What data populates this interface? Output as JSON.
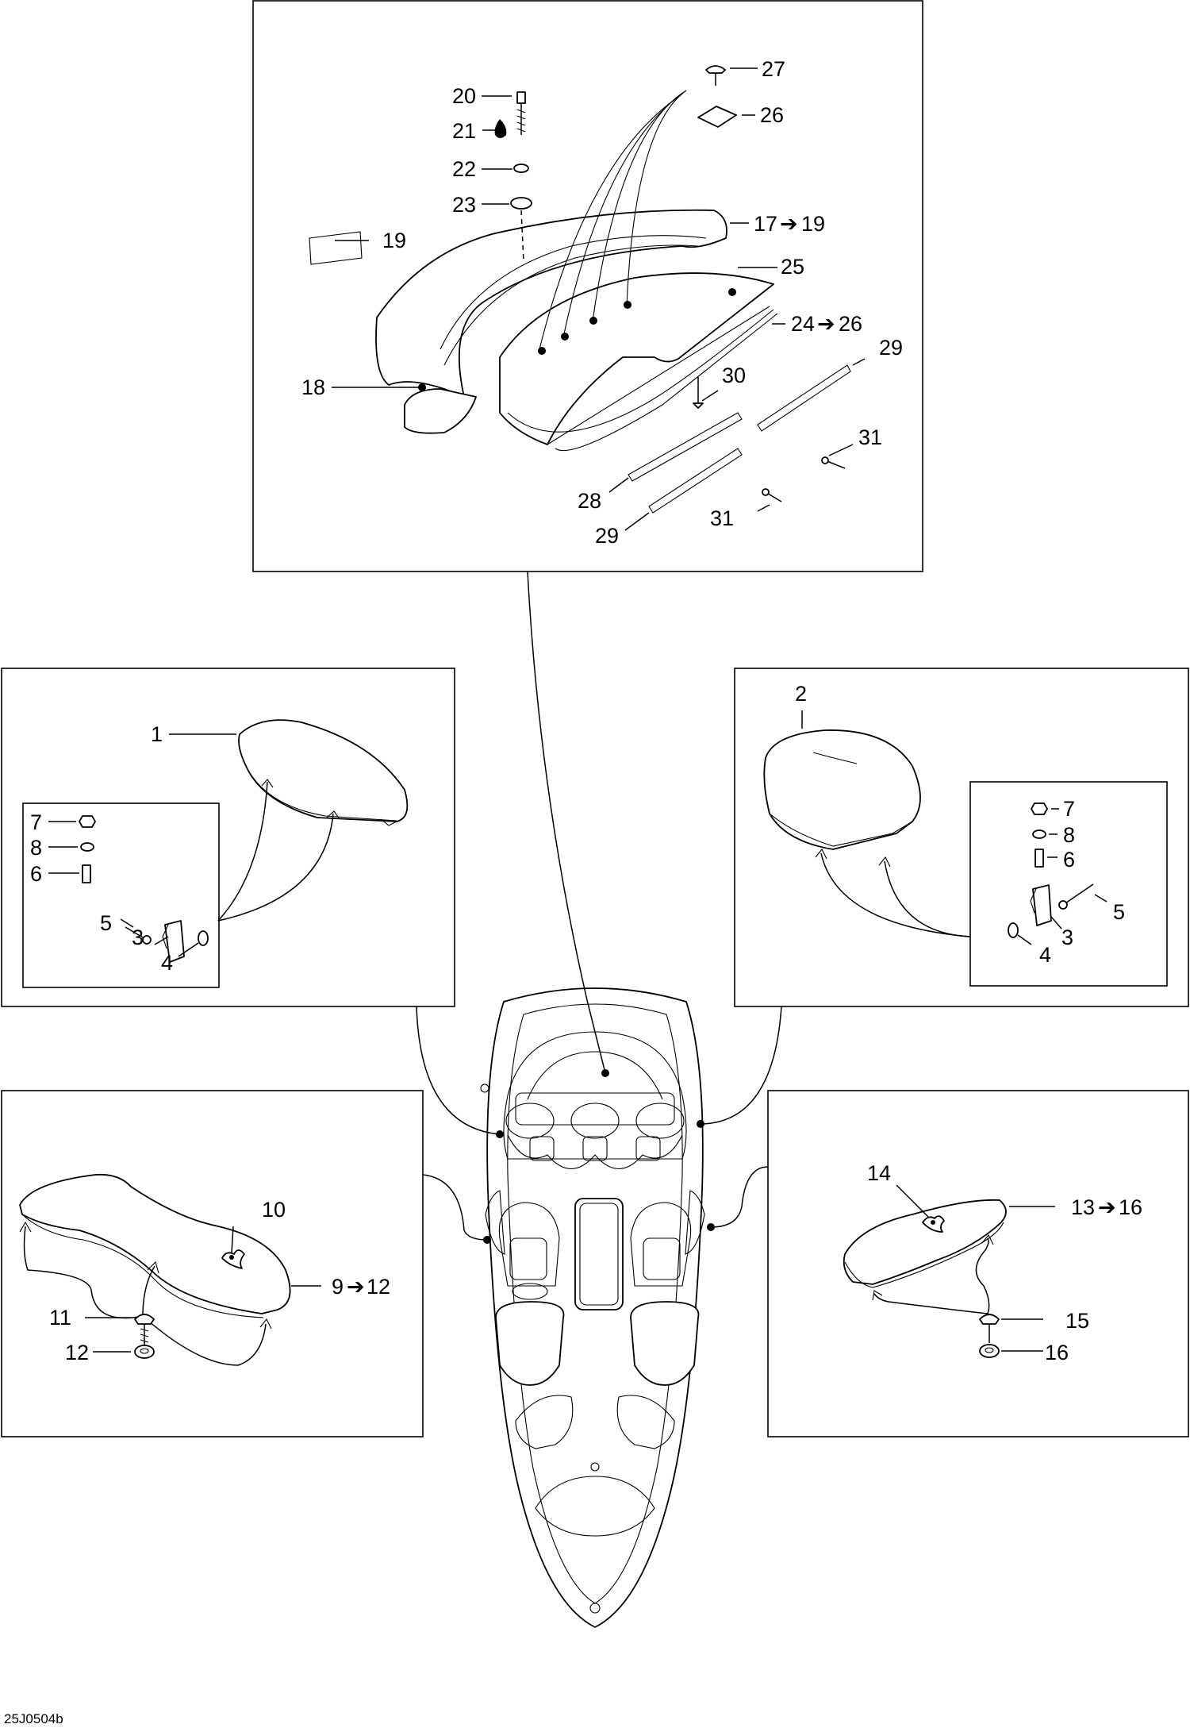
{
  "diagram_code": "25J0504b",
  "arrow_glyph": "➔",
  "callouts": {
    "c1": "1",
    "c2": "2",
    "c3a": "3",
    "c3b": "3",
    "c4a": "4",
    "c4b": "4",
    "c5a": "5",
    "c5b": "5",
    "c6a": "6",
    "c6b": "6",
    "c7a": "7",
    "c7b": "7",
    "c8a": "8",
    "c8b": "8",
    "c9": "9",
    "c9to": "12",
    "c10": "10",
    "c11": "11",
    "c12": "12",
    "c13": "13",
    "c13to": "16",
    "c14": "14",
    "c15": "15",
    "c16": "16",
    "c17": "17",
    "c17to": "19",
    "c18": "18",
    "c19": "19",
    "c20": "20",
    "c21": "21",
    "c22": "22",
    "c23": "23",
    "c24": "24",
    "c24to": "26",
    "c25": "25",
    "c26": "26",
    "c27": "27",
    "c28": "28",
    "c29a": "29",
    "c29b": "29",
    "c30": "30",
    "c31a": "31",
    "c31b": "31"
  }
}
